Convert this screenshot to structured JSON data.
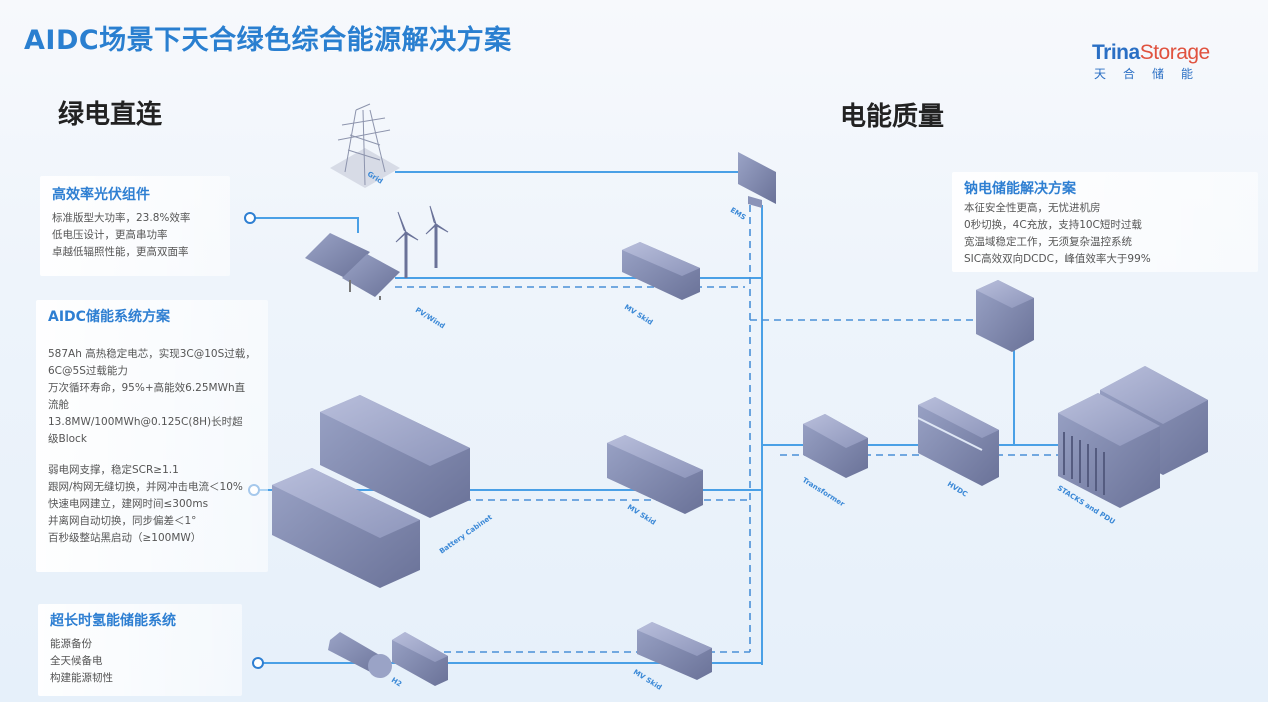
{
  "header": {
    "title": "AIDC场景下天合绿色综合能源解决方案",
    "logo_en_a": "Trina",
    "logo_en_b": "Storage",
    "logo_cn": "天合储能"
  },
  "sections": {
    "left_title": "绿电直连",
    "right_title": "电能质量"
  },
  "panels": {
    "pv": {
      "heading": "高效率光伏组件",
      "lines": [
        "标准版型大功率，23.8%效率",
        "低电压设计，更高串功率",
        "卓越低辐照性能，更高双面率"
      ]
    },
    "aidc": {
      "heading": "AIDC储能系统方案",
      "lines": [
        "587Ah 高热稳定电芯，实现3C@10S过载，",
        "6C@5S过载能力",
        "万次循环寿命，95%+高能效6.25MWh直",
        "流舱",
        "13.8MW/100MWh@0.125C(8H)长时超",
        "级Block"
      ],
      "lines2": [
        "弱电网支撑，稳定SCR≥1.1",
        "跟网/构网无缝切换，并网冲击电流＜10%",
        "快速电网建立，建网时间≤300ms",
        "并离网自动切换，同步偏差＜1°",
        "百秒级整站黑启动（≥100MW）"
      ]
    },
    "hydrogen": {
      "heading": "超长时氢能储能系统",
      "lines": [
        "能源备份",
        "全天候备电",
        "构建能源韧性"
      ]
    },
    "sodium": {
      "heading": "钠电储能解决方案",
      "lines": [
        "本征安全性更高，无忧进机房",
        "0秒切换，4C充放，支持10C短时过载",
        "宽温域稳定工作，无须复杂温控系统",
        "SIC高效双向DCDC，峰值效率大于99%"
      ]
    }
  },
  "equipment_labels": {
    "grid": "Grid",
    "pvwind": "PV/Wind",
    "ems": "EMS",
    "mvskid1": "MV Skid",
    "mvskid2": "MV Skid",
    "mvskid3": "MV Skid",
    "battery": "Battery Cabinet",
    "h2": "H2",
    "transformer": "Transformer",
    "hvdc": "HVDC",
    "stacks": "STACKS and PDU"
  },
  "colors": {
    "accent": "#2e7fd2",
    "line": "#4aa0e6",
    "equipment": "#8a93b8"
  }
}
